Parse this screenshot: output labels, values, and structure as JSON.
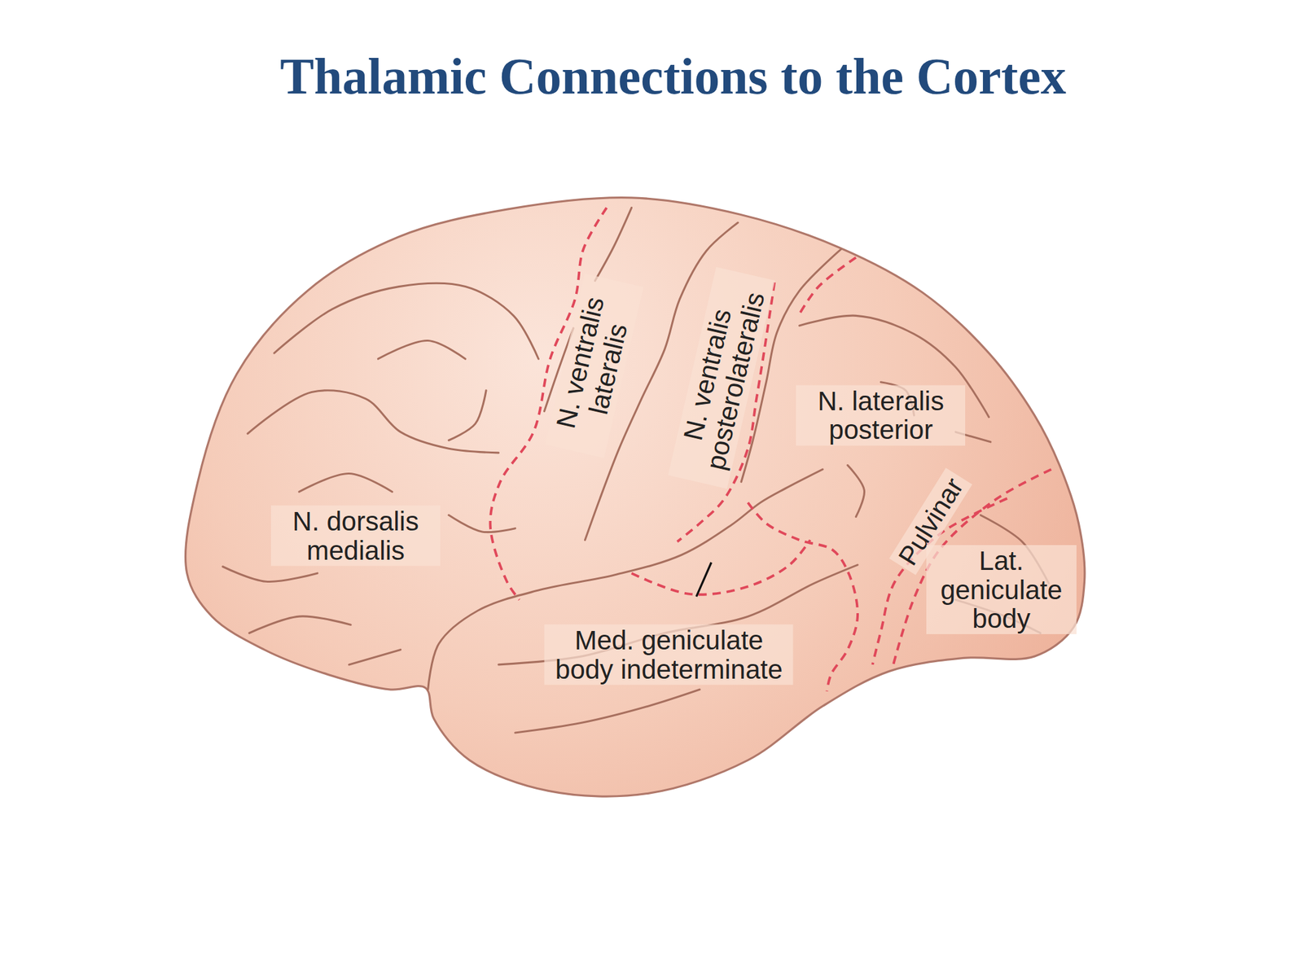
{
  "diagram": {
    "title": "Thalamic Connections to the Cortex",
    "labels": [
      "N. ventralis lateralis",
      "N. ventralis posterolateralis",
      "N. lateralis posterior",
      "N. dorsalis medialis",
      "Pulvinar",
      "Lat. geniculate body",
      "Med. geniculate body indeterminate"
    ]
  }
}
